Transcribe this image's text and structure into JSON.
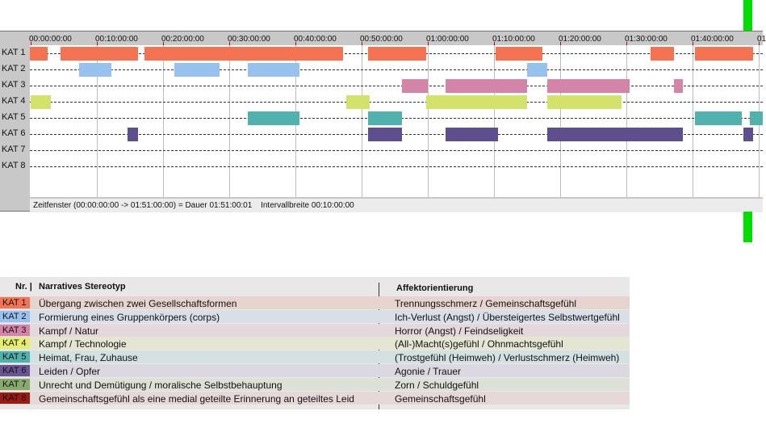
{
  "timeline": {
    "ticks": [
      "00:00:00:00",
      "00:10:00:00",
      "00:20:00:00",
      "00:30:00:00",
      "00:40:00:00",
      "00:50:00:00",
      "01:00:00:00",
      "01:10:00:00",
      "01:20:00:00",
      "01:30:00:00",
      "01:40:00:00",
      "01"
    ],
    "window_minutes": 111,
    "categories": [
      {
        "label": "KAT 1",
        "color": "#f47352",
        "segments": [
          [
            -0.3,
            2.5
          ],
          [
            4.5,
            16.2
          ],
          [
            17.2,
            47.2
          ],
          [
            51,
            59.8
          ],
          [
            70.3,
            77.3
          ],
          [
            93.7,
            97.2
          ],
          [
            100.4,
            109.2
          ]
        ]
      },
      {
        "label": "KAT 2",
        "color": "#97c1ef",
        "segments": [
          [
            7.3,
            12.2
          ],
          [
            21.7,
            28.5
          ],
          [
            32.8,
            40.6
          ],
          [
            75,
            78
          ]
        ]
      },
      {
        "label": "KAT 3",
        "color": "#d484a8",
        "segments": [
          [
            56.1,
            60
          ],
          [
            62.7,
            75
          ],
          [
            78,
            90.5
          ],
          [
            97.2,
            98.5
          ]
        ]
      },
      {
        "label": "KAT 4",
        "color": "#d3e26a",
        "segments": [
          [
            0,
            3
          ],
          [
            47.7,
            51.2
          ],
          [
            59.8,
            75
          ],
          [
            78,
            89.3
          ]
        ]
      },
      {
        "label": "KAT 5",
        "color": "#4fb2ad",
        "segments": [
          [
            32.8,
            40.6
          ],
          [
            51,
            56.1
          ],
          [
            100.4,
            107.5
          ],
          [
            108.7,
            111
          ]
        ]
      },
      {
        "label": "KAT 6",
        "color": "#5f4e8d",
        "segments": [
          [
            14.6,
            16.2
          ],
          [
            51,
            56.1
          ],
          [
            62.7,
            70.6
          ],
          [
            78,
            98.5
          ],
          [
            107.7,
            109.2
          ]
        ]
      },
      {
        "label": "KAT 7",
        "color": "#8aa96c",
        "segments": []
      },
      {
        "label": "KAT 8",
        "color": "#9b1c14",
        "segments": []
      }
    ],
    "status": {
      "zeitfenster": "Zeitfenster (00:00:00:00 -> 01:51:00:00) = Dauer 01:51:00:01",
      "intervall": "Intervallbreite 00:10:00:00"
    }
  },
  "legend": {
    "header_nr": "Nr. |",
    "header_stereotyp": "Narratives Stereotyp",
    "header_affekt": "Affektorientierung",
    "rows": [
      {
        "kat": "KAT 1",
        "color": "#f47352",
        "bg": "#e8d4cf",
        "stereotyp": "Übergang zwischen zwei Gesellschaftsformen",
        "affekt": "Trennungsschmerz / Gemeinschaftsgefühl"
      },
      {
        "kat": "KAT 2",
        "color": "#97c1ef",
        "bg": "#d9dfe7",
        "stereotyp": "Formierung eines Gruppenkörpers (corps)",
        "affekt": "Ich-Verlust (Angst) / Übersteigertes Selbstwertgefühl"
      },
      {
        "kat": "KAT 3",
        "color": "#d484a8",
        "bg": "#e5d8dd",
        "stereotyp": "Kampf / Natur",
        "affekt": "Horror (Angst) / Feindseligkeit"
      },
      {
        "kat": "KAT 4",
        "color": "#e7ef6a",
        "bg": "#e4e6d2",
        "stereotyp": "Kampf / Technologie",
        "affekt": "(All-)Macht(s)gefühl / Ohnmachtsgefühl"
      },
      {
        "kat": "KAT 5",
        "color": "#4fb2ad",
        "bg": "#d3e2e0",
        "stereotyp": "Heimat, Frau, Zuhause",
        "affekt": "(Trostgefühl (Heimweh) / Verlustschmerz (Heimweh)"
      },
      {
        "kat": "KAT 6",
        "color": "#6a5592",
        "bg": "#dbd8e1",
        "stereotyp": "Leiden / Opfer",
        "affekt": "Agonie / Trauer"
      },
      {
        "kat": "KAT 7",
        "color": "#8aa96c",
        "bg": "#dce0d7",
        "stereotyp": "Unrecht und Demütigung / moralische Selbstbehauptung",
        "affekt": "Zorn / Schuldgefühl"
      },
      {
        "kat": "KAT 8",
        "color": "#9b1c14",
        "bg": "#e6d8d7",
        "stereotyp": "Gemeinschaftsgefühl als eine medial geteilte Erinnerung an geteiltes Leid",
        "affekt": "Gemeinschaftsgefühl"
      }
    ]
  }
}
